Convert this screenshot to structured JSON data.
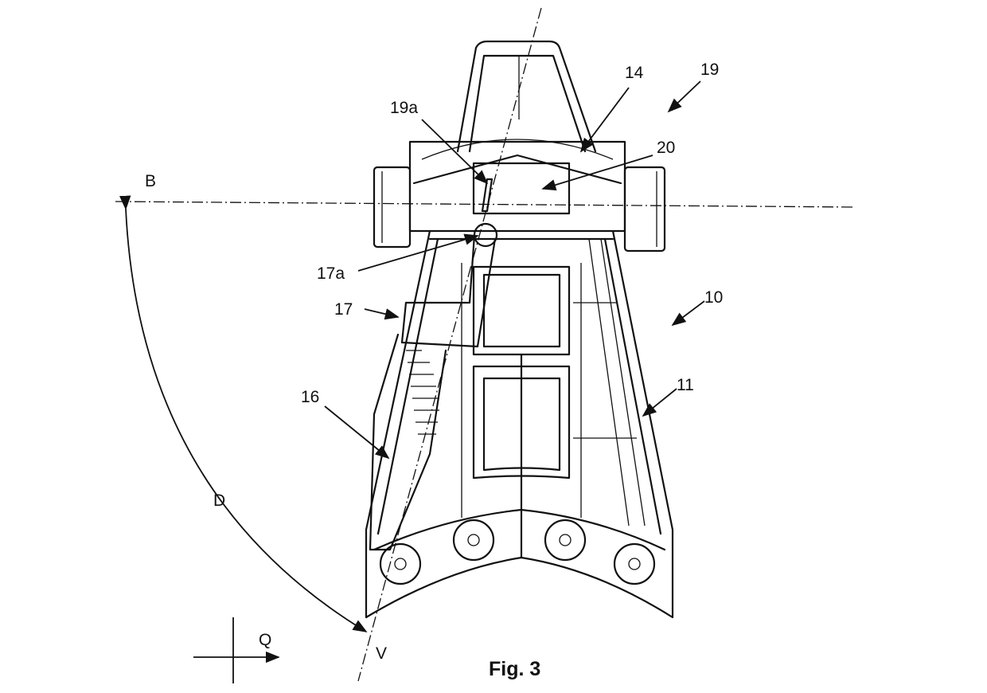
{
  "figure": {
    "caption": "Fig. 3",
    "labels": {
      "l19": "19",
      "l14": "14",
      "l19a": "19a",
      "l20": "20",
      "lB": "B",
      "l17a": "17a",
      "l17": "17",
      "l10": "10",
      "l16": "16",
      "l11": "11",
      "lD": "D",
      "lQ": "Q",
      "lV": "V"
    }
  }
}
